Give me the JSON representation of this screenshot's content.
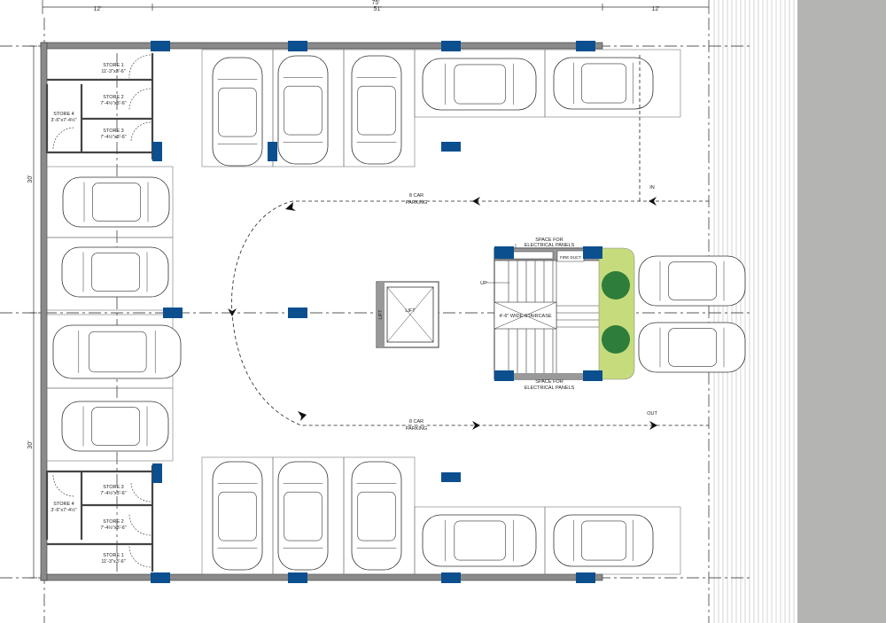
{
  "dimensions": {
    "overall": "75'",
    "left": "12'",
    "middle": "51'",
    "right": "12'",
    "upper_height": "30'",
    "lower_height": "30'"
  },
  "stores_top": [
    {
      "name": "STORE 1",
      "size": "11'-3\"x3'-6\""
    },
    {
      "name": "STORE 2",
      "size": "7'-4½\"x3'-6\""
    },
    {
      "name": "STORE 3",
      "size": "7'-4½\"x3'-6\""
    },
    {
      "name": "STORE 4",
      "size": "3'-6\"x7'-4½\""
    }
  ],
  "stores_bottom": [
    {
      "name": "STORE 1",
      "size": "11'-3\"x3'-6\""
    },
    {
      "name": "STORE 2",
      "size": "7'-4½\"x3'-6\""
    },
    {
      "name": "STORE 3",
      "size": "7'-4½\"x3'-6\""
    },
    {
      "name": "STORE 4",
      "size": "3'-6\"x7'-4½\""
    }
  ],
  "parking": {
    "upper_line1": "8 CAR",
    "upper_line2": "PARKING",
    "lower_line1": "8 CAR",
    "lower_line2": "PARKING",
    "in": "IN",
    "out": "OUT"
  },
  "core": {
    "lift": "LIFT",
    "lift_shaft": "LIFT",
    "staircase": "4'-6\" WIDE STAIRCASE",
    "up": "UP",
    "fire_duct": "FIRE DUCT",
    "panels_top_1": "SPACE FOR",
    "panels_top_2": "ELECTRICAL PANELS",
    "panels_bottom_1": "SPACE FOR",
    "panels_bottom_2": "ELECTRICAL PANELS"
  },
  "colors": {
    "column": "#0b4f8f",
    "wall": "#8a8a8a",
    "planter": "#c6dc7c",
    "tree": "#2f7d3a",
    "road": "#b4b4b2"
  }
}
